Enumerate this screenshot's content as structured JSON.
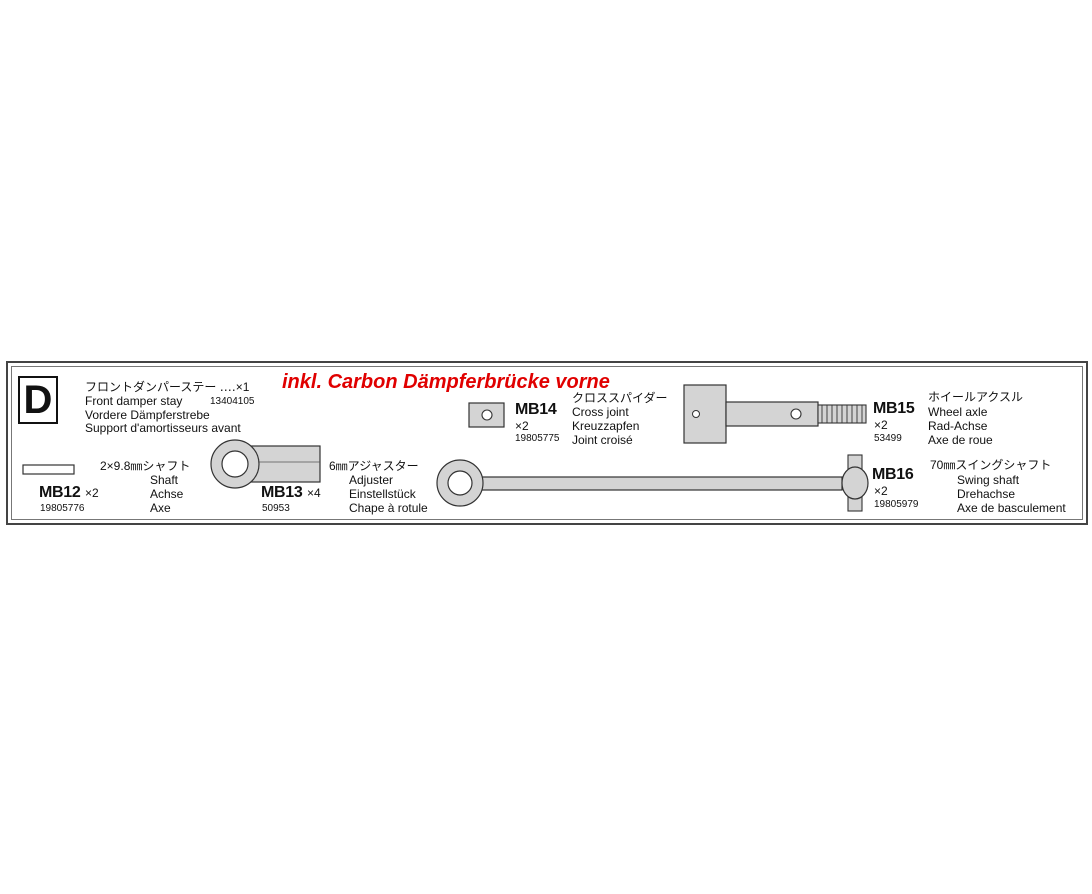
{
  "banner": "inkl. Carbon Dämpferbrücke vorne",
  "section_letter": "D",
  "colors": {
    "banner": "#e00000",
    "part_fill": "#d4d4d4",
    "part_stroke": "#333333"
  },
  "stay": {
    "jp": "フロントダンパーステー ‥‥×1",
    "en": "Front damper stay",
    "de": "Vordere Dämpferstrebe",
    "fr": "Support d'amortisseurs avant",
    "number": "13404105"
  },
  "mb12": {
    "code": "MB12",
    "qty": "×2",
    "number": "19805776",
    "jp": "2×9.8㎜シャフト",
    "en": "Shaft",
    "de": "Achse",
    "fr": "Axe"
  },
  "mb13": {
    "code": "MB13",
    "qty": "×4",
    "number": "50953",
    "jp": "6㎜アジャスター",
    "en": "Adjuster",
    "de": "Einstellstück",
    "fr": "Chape à rotule"
  },
  "mb14": {
    "code": "MB14",
    "qty": "×2",
    "number": "19805775",
    "jp": "クロススパイダー",
    "en": "Cross joint",
    "de": "Kreuzzapfen",
    "fr": "Joint croisé"
  },
  "mb15": {
    "code": "MB15",
    "qty": "×2",
    "number": "53499",
    "jp": "ホイールアクスル",
    "en": "Wheel axle",
    "de": "Rad-Achse",
    "fr": "Axe de roue"
  },
  "mb16": {
    "code": "MB16",
    "qty": "×2",
    "number": "19805979",
    "jp": "70㎜スイングシャフト",
    "en": "Swing shaft",
    "de": "Drehachse",
    "fr": "Axe de basculement"
  }
}
